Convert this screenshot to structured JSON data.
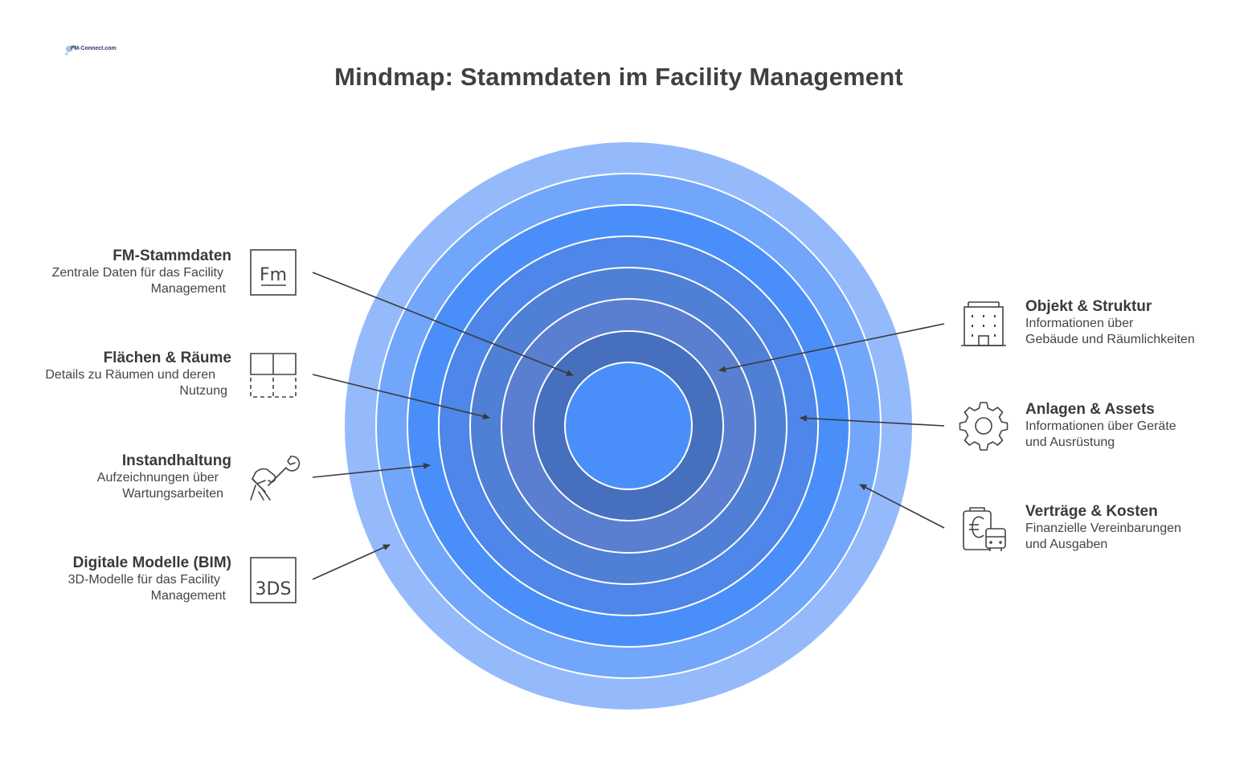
{
  "title": "Mindmap: Stammdaten im Facility Management",
  "logo": {
    "text": "FM-Connect.com"
  },
  "colors": {
    "ring_outer": "#95bafc",
    "ring_2": "#71a6fb",
    "ring_3": "#4a8ff9",
    "ring_4": "#4e86e9",
    "ring_5": "#5080d5",
    "ring_6": "#466fbe",
    "core": "#4a8ff9",
    "arrow": "#3a3a3a",
    "icon": "#444444"
  },
  "nodes": {
    "fm_stammdaten": {
      "title": "FM-Stammdaten",
      "desc_1": "Zentrale Daten für das Facility",
      "desc_2": "Management",
      "icon": "fm-icon",
      "icon_text": "Fm"
    },
    "flaechen": {
      "title": "Flächen & Räume",
      "desc_1": "Details zu Räumen und deren",
      "desc_2": "Nutzung",
      "icon": "floor-plan-icon"
    },
    "instandhaltung": {
      "title": "Instandhaltung",
      "desc_1": "Aufzeichnungen über",
      "desc_2": "Wartungsarbeiten",
      "icon": "wrench-hand-icon"
    },
    "bim": {
      "title": "Digitale Modelle (BIM)",
      "desc_1": "3D-Modelle für das Facility",
      "desc_2": "Management",
      "icon": "3ds-icon",
      "icon_text": "3DS"
    },
    "objekt": {
      "title": "Objekt & Struktur",
      "desc_1": "Informationen über",
      "desc_2": "Gebäude und Räumlichkeiten",
      "icon": "building-icon"
    },
    "anlagen": {
      "title": "Anlagen & Assets",
      "desc_1": "Informationen über Geräte",
      "desc_2": "und Ausrüstung",
      "icon": "gear-icon"
    },
    "vertraege": {
      "title": "Verträge & Kosten",
      "desc_1": "Finanzielle Vereinbarungen",
      "desc_2": "und Ausgaben",
      "icon": "euro-contract-icon"
    }
  }
}
